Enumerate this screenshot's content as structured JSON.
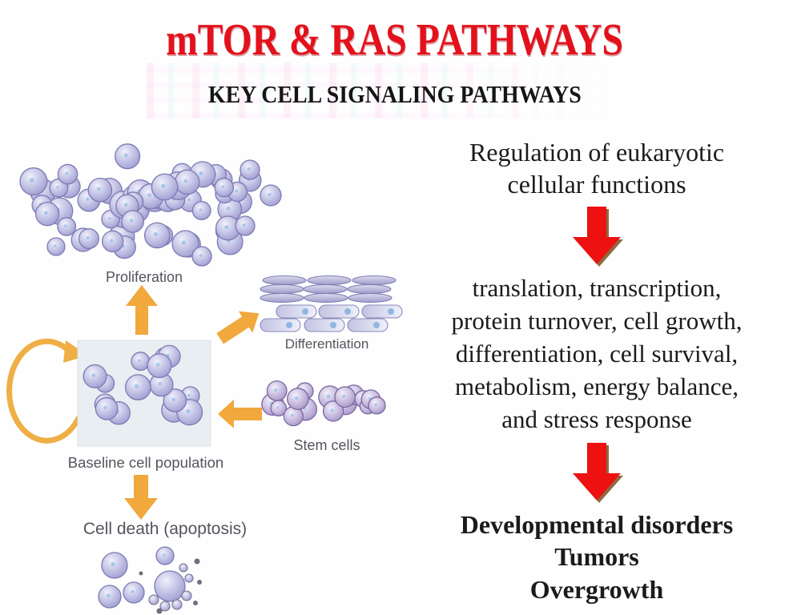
{
  "header": {
    "title": "mTOR & RAS PATHWAYS",
    "subtitle": "KEY CELL SIGNALING PATHWAYS"
  },
  "diagram": {
    "labels": {
      "proliferation": "Proliferation",
      "differentiation": "Differentiation",
      "stem_cells": "Stem cells",
      "baseline": "Baseline cell population",
      "cell_death": "Cell death (apoptosis)"
    },
    "colors": {
      "arrow": "#F1A83C",
      "loop": "#EFAF45",
      "box_bg": "#e9eef2",
      "cell_rim": "#7e7ab3",
      "stem_rim": "#79699f"
    }
  },
  "flow": {
    "step1": "Regulation of eukaryotic\ncellular functions",
    "step2": "translation, transcription,\nprotein turnover, cell growth,\ndifferentiation, cell survival,\nmetabolism, energy balance,\nand stress response",
    "step3": "Developmental disorders\nTumors\nOvergrowth",
    "arrow_color": "#EE1111",
    "arrow_shadow": "#7b4f1e"
  }
}
